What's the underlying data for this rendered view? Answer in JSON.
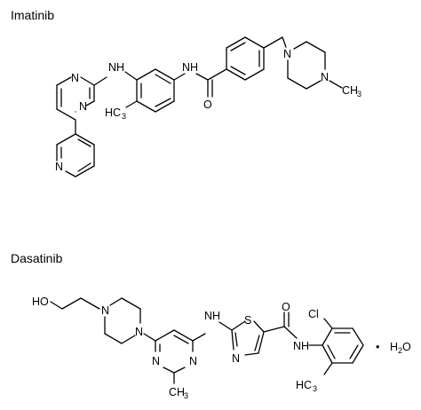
{
  "molecules": [
    {
      "name": "Imatinib",
      "atoms": {
        "nh1": "N",
        "nh1_h": "H",
        "nh2": "N",
        "nh2_h": "H",
        "n_pyr1": "N",
        "n_pyr2": "N",
        "n_pyridine": "N",
        "methyl_h": "H",
        "methyl_c": "C",
        "methyl_3": "3",
        "o_amide": "O",
        "n_pip1": "N",
        "n_pip2": "N",
        "n_methyl": "CH",
        "n_methyl_3": "3"
      }
    },
    {
      "name": "Dasatinib",
      "atoms": {
        "ho": "HO",
        "n_pip1": "N",
        "n_pip2": "N",
        "n_pym1": "N",
        "n_pym2": "N",
        "methyl_ch": "CH",
        "methyl_3": "3",
        "nh_n": "N",
        "nh_h": "H",
        "s_thz": "S",
        "n_thz": "N",
        "o_amide": "O",
        "n_amide": "N",
        "n_amide_h": "H",
        "cl": "Cl",
        "ar_methyl_h": "H",
        "ar_methyl_c": "C",
        "ar_methyl_3": "3",
        "hydrate_dot": "•",
        "water_h": "H",
        "water_2": "2",
        "water_o": "O"
      }
    }
  ]
}
